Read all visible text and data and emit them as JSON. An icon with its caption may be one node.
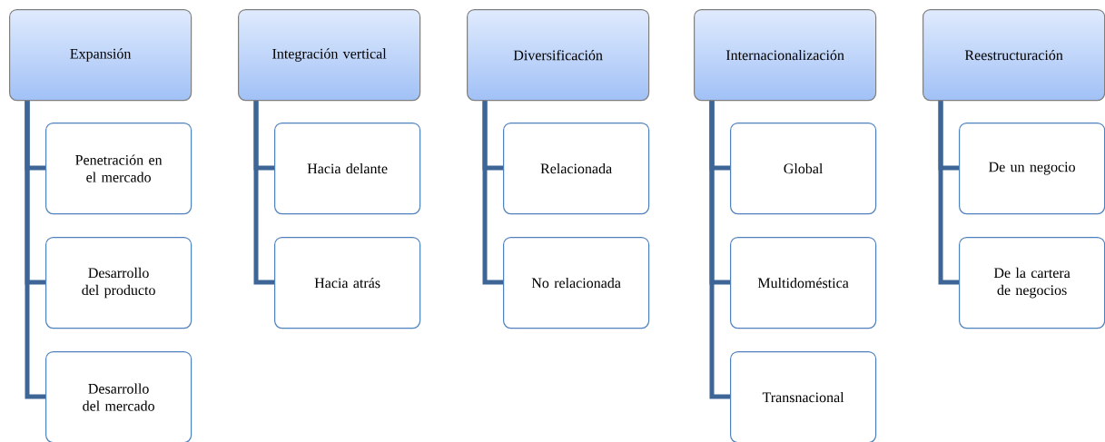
{
  "diagram": {
    "nodes": [
      {
        "text": [
          "Expansión"
        ]
      },
      {
        "text": [
          "Penetración en el mercado"
        ]
      },
      {
        "text": [
          "Desarrollo del producto"
        ]
      },
      {
        "text": [
          "Desarrollo del mercado"
        ]
      },
      {
        "text": [
          "Integración vertical"
        ]
      },
      {
        "text": [
          "Hacia delante"
        ]
      },
      {
        "text": [
          "Hacia atrás"
        ]
      },
      {
        "text": [
          "Diversificación"
        ]
      },
      {
        "text": [
          "Relacionada"
        ]
      },
      {
        "text": [
          "No relacionada"
        ]
      },
      {
        "text": [
          "Internacionalización"
        ]
      },
      {
        "text": [
          "Global"
        ]
      },
      {
        "text": [
          "Multidoméstica"
        ]
      },
      {
        "text": [
          "Transnacional"
        ]
      },
      {
        "text": [
          "Reestructuración"
        ]
      },
      {
        "text": [
          "De un negocio"
        ]
      },
      {
        "text": [
          "De la cartera de negocios"
        ]
      }
    ],
    "edges": [
      {
        "from": 0,
        "to": 1,
        "arrow": "none"
      },
      {
        "from": 0,
        "to": 2,
        "arrow": "none"
      },
      {
        "from": 0,
        "to": 3,
        "arrow": "none"
      },
      {
        "from": 4,
        "to": 5,
        "arrow": "none"
      },
      {
        "from": 4,
        "to": 6,
        "arrow": "none"
      },
      {
        "from": 7,
        "to": 8,
        "arrow": "none"
      },
      {
        "from": 7,
        "to": 9,
        "arrow": "none"
      },
      {
        "from": 10,
        "to": 11,
        "arrow": "none"
      },
      {
        "from": 10,
        "to": 12,
        "arrow": "none"
      },
      {
        "from": 10,
        "to": 13,
        "arrow": "none"
      },
      {
        "from": 14,
        "to": 15,
        "arrow": "none"
      },
      {
        "from": 14,
        "to": 16,
        "arrow": "none"
      }
    ]
  }
}
